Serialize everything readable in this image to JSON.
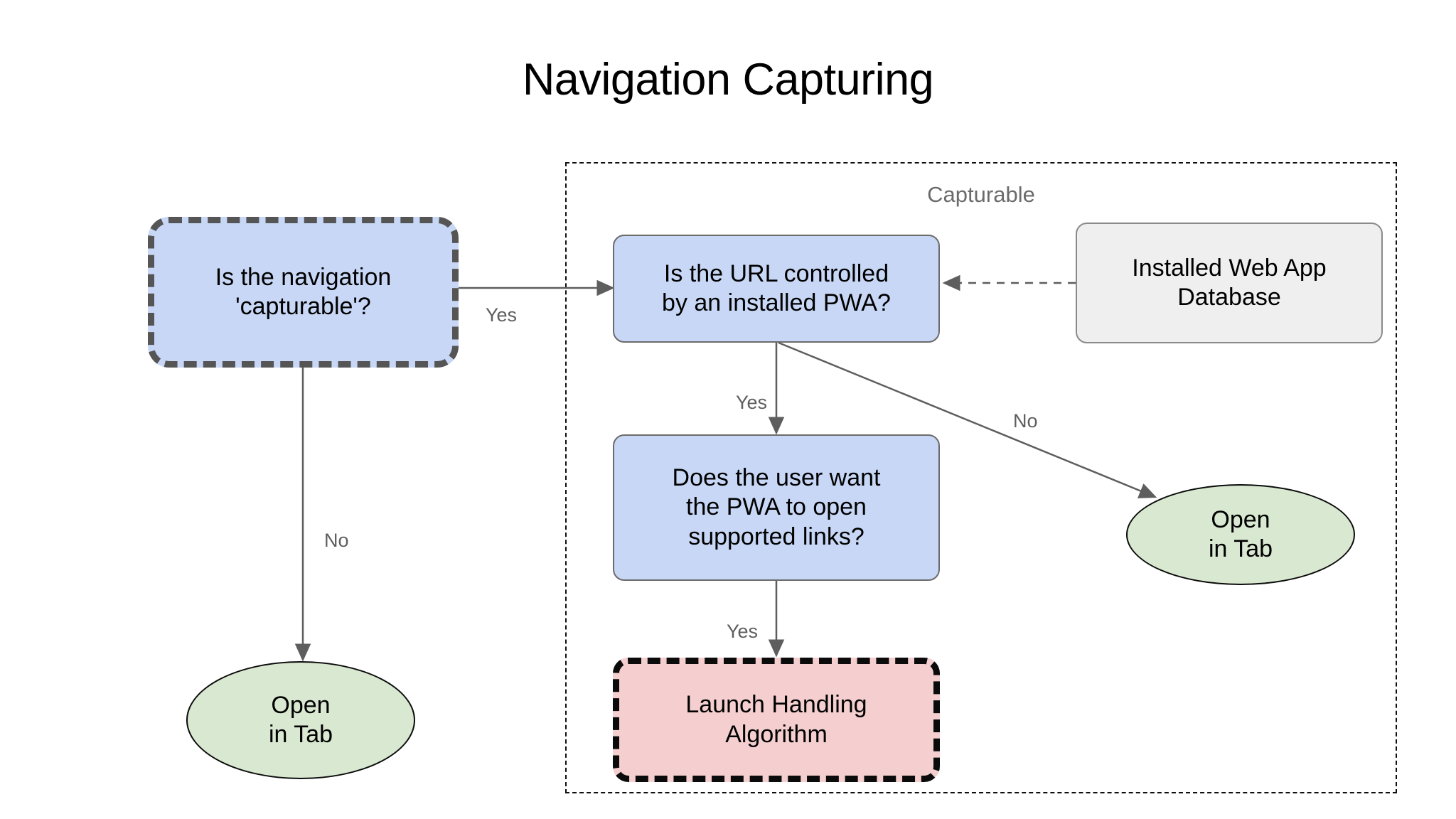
{
  "title": "Navigation Capturing",
  "group": {
    "label": "Capturable"
  },
  "nodes": {
    "is_capturable": "Is the navigation\n'capturable'?",
    "is_url_controlled": "Is the URL controlled\nby an installed PWA?",
    "installed_db": "Installed Web App\nDatabase",
    "user_want_open": "Does the user want\nthe PWA to open\nsupported links?",
    "launch_handling": "Launch Handling\nAlgorithm",
    "open_in_tab_left": "Open\nin Tab",
    "open_in_tab_right": "Open\nin Tab"
  },
  "edge_labels": {
    "capturable_yes": "Yes",
    "capturable_no": "No",
    "url_yes": "Yes",
    "url_no": "No",
    "want_yes": "Yes"
  },
  "colors": {
    "background": "#ffffff",
    "decision_fill": "#c7d7f5",
    "decision_stroke": "#6b6b6b",
    "highlight_dashed_stroke": "#555555",
    "data_fill": "#efefef",
    "data_stroke": "#8a8a8a",
    "terminal_fill": "#d9e8d0",
    "terminal_stroke": "#0b0b0b",
    "algorithm_fill": "#f5cfcf",
    "algorithm_stroke": "#0b0b0b",
    "edge_stroke": "#5e5e5e",
    "group_stroke": "#0f0f0f",
    "label_text": "#5e5e5e",
    "title_text": "#000000"
  }
}
